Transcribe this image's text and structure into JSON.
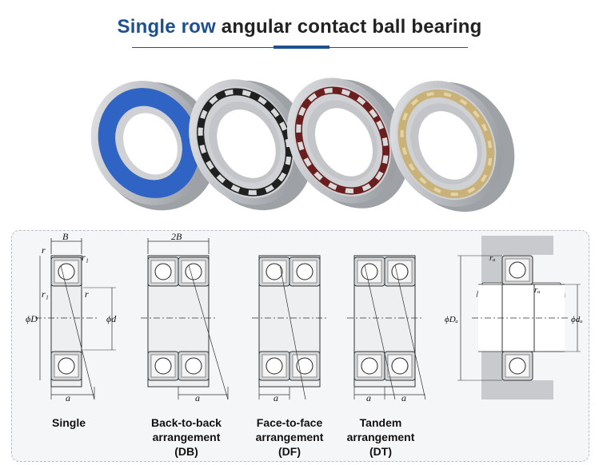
{
  "header": {
    "title_highlight": "Single row",
    "title_rest": " angular contact ball bearing"
  },
  "labels": {
    "b": "B",
    "two_b": "2B",
    "r": "r",
    "r1": "r₁",
    "phi_D": "ϕD",
    "phi_d": "ϕd",
    "a": "a",
    "ra": "rₐ",
    "phi_Da": "ϕDₐ",
    "phi_da": "ϕdₐ"
  },
  "captions": {
    "single": "Single",
    "db_line1": "Back-to-back",
    "db_line2": "arrangement",
    "db_line3": "(DB)",
    "df_line1": "Face-to-face",
    "df_line2": "arrangement",
    "df_line3": "(DF)",
    "dt_line1": "Tandem",
    "dt_line2": "arrangement",
    "dt_line3": "(DT)"
  },
  "colors": {
    "title_accent": "#1e4f8f",
    "seal_blue": "#2f63c4",
    "cage_black": "#202020",
    "cage_maroon": "#6a1e1e",
    "cage_brass": "#c9b27a",
    "steel": "#c8cacd"
  }
}
